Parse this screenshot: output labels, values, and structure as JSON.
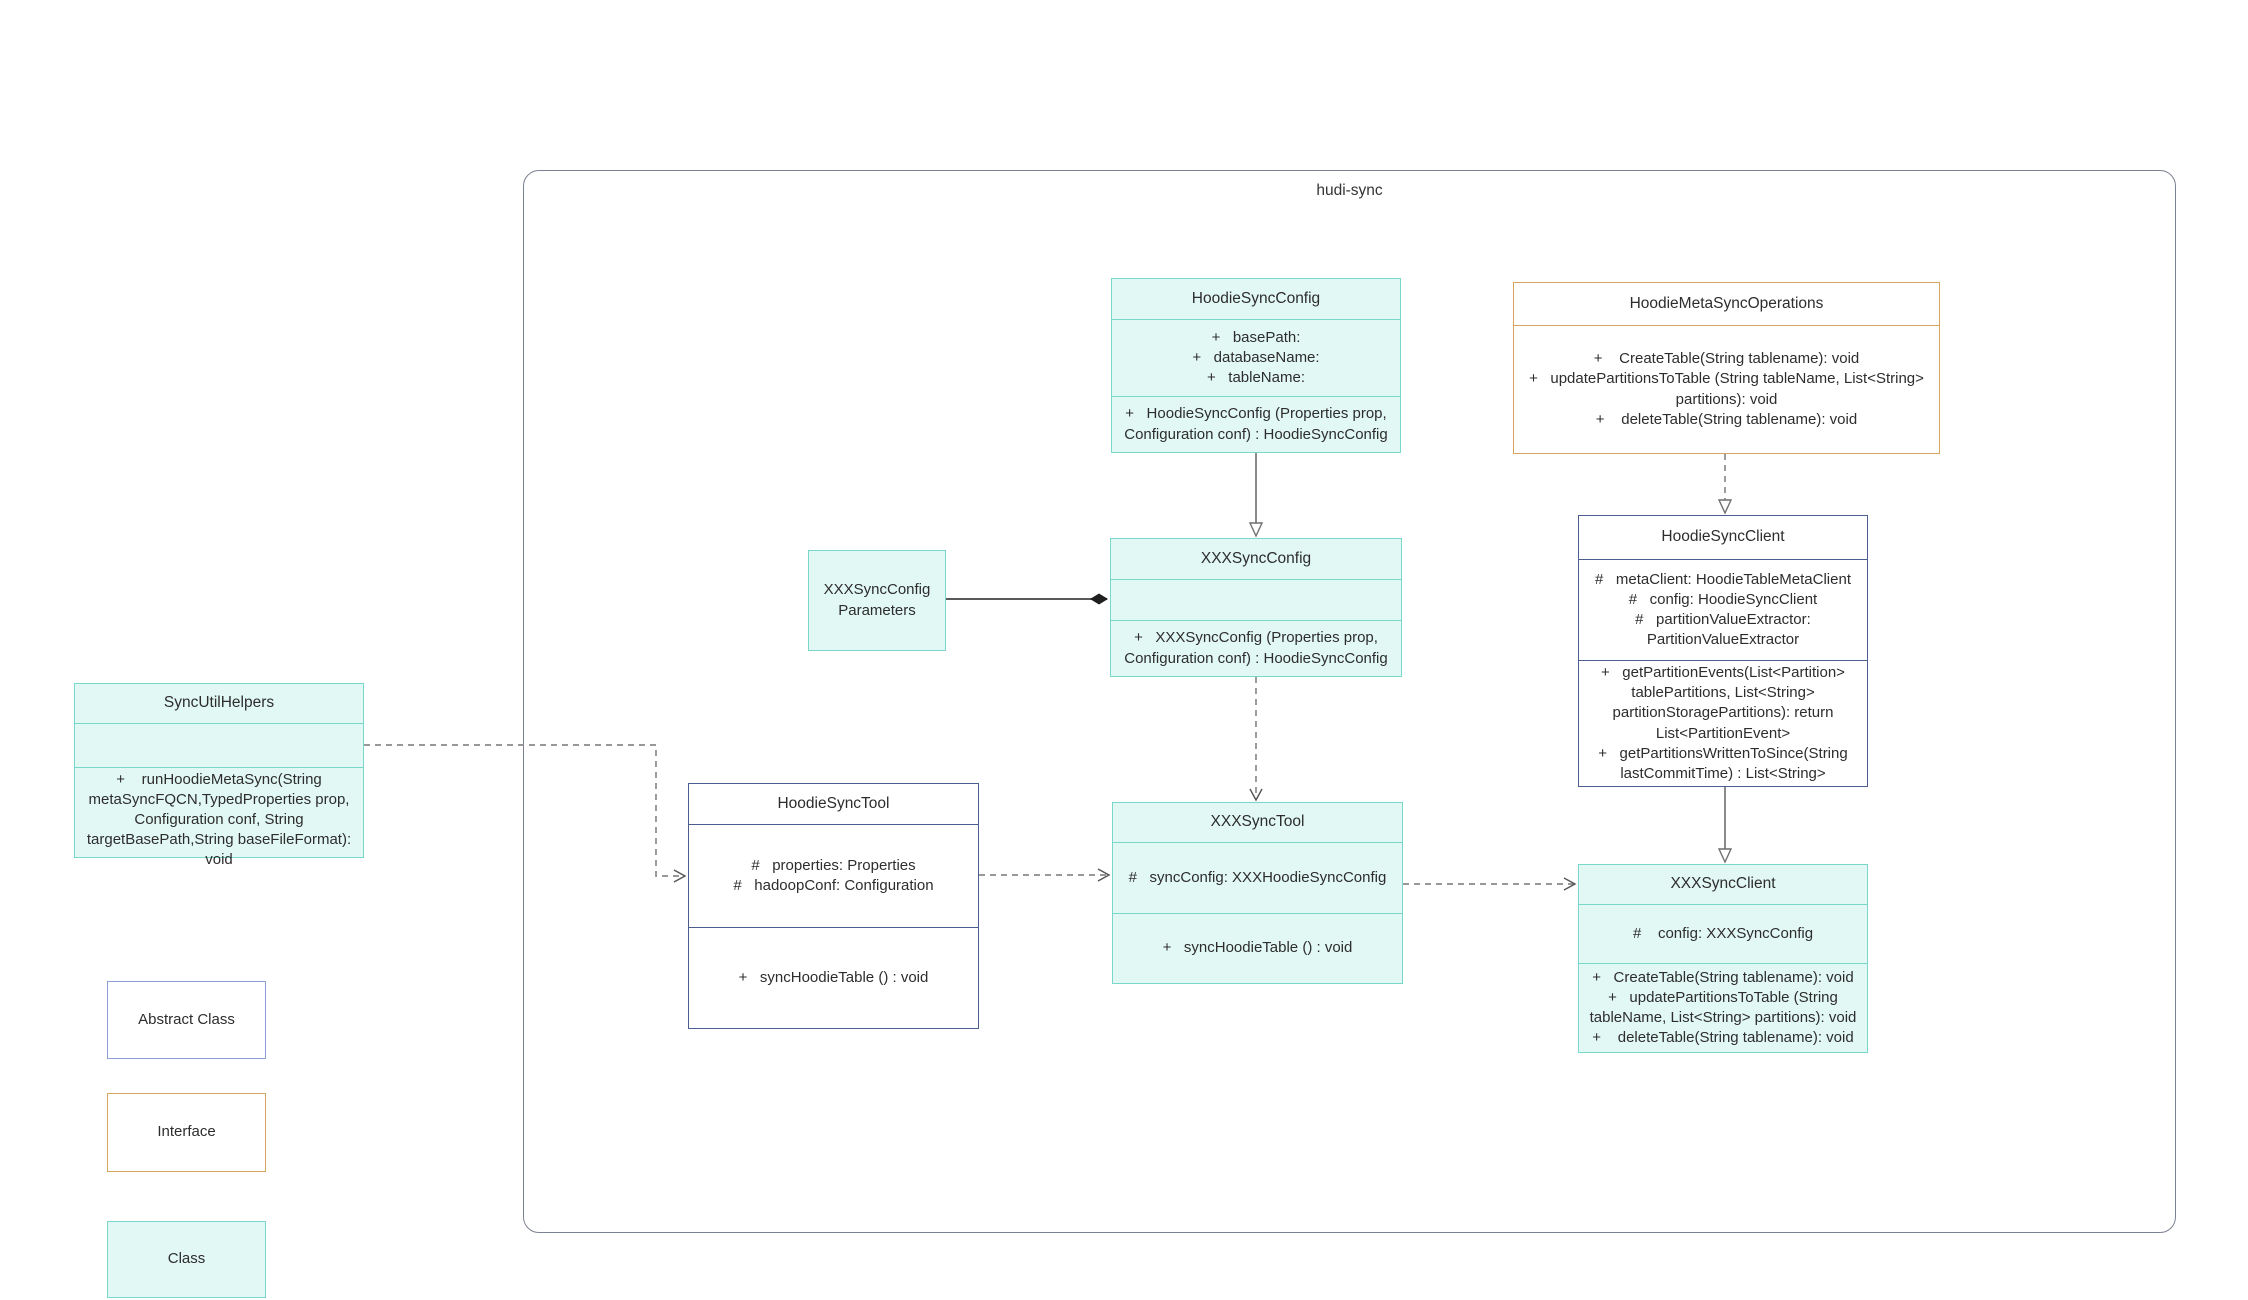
{
  "container": {
    "label": "hudi-sync"
  },
  "classes": {
    "hoodieSyncConfig": {
      "title": "HoodieSyncConfig",
      "fields": [
        "+   basePath:",
        "+   databaseName:",
        "+   tableName:"
      ],
      "methods": [
        "+   HoodieSyncConfig (Properties prop, Configuration conf) : HoodieSyncConfig"
      ]
    },
    "hoodieMetaSyncOperations": {
      "title": "HoodieMetaSyncOperations",
      "methods": [
        "+    CreateTable(String tablename): void",
        "+   updatePartitionsToTable (String tableName, List<String> partitions): void",
        "+    deleteTable(String tablename): void"
      ]
    },
    "xxxSyncConfigParameters": {
      "title": "XXXSyncConfigParameters"
    },
    "xxxSyncConfig": {
      "title": "XXXSyncConfig",
      "methods": [
        "+   XXXSyncConfig (Properties prop, Configuration conf) : HoodieSyncConfig"
      ]
    },
    "hoodieSyncClient": {
      "title": "HoodieSyncClient",
      "fields": [
        "#   metaClient: HoodieTableMetaClient",
        "#   config: HoodieSyncClient",
        "#   partitionValueExtractor: PartitionValueExtractor"
      ],
      "methods": [
        "+   getPartitionEvents(List<Partition> tablePartitions, List<String> partitionStoragePartitions): return List<PartitionEvent>",
        "+   getPartitionsWrittenToSince(String lastCommitTime) : List<String>"
      ]
    },
    "syncUtilHelpers": {
      "title": "SyncUtilHelpers",
      "methods": [
        "+    runHoodieMetaSync(String metaSyncFQCN,TypedProperties prop, Configuration conf, String targetBasePath,String baseFileFormat): void"
      ]
    },
    "hoodieSyncTool": {
      "title": "HoodieSyncTool",
      "fields": [
        "#   properties: Properties",
        "#   hadoopConf: Configuration"
      ],
      "methods": [
        "+   syncHoodieTable () : void"
      ]
    },
    "xxxSyncTool": {
      "title": "XXXSyncTool",
      "fields": [
        "#   syncConfig: XXXHoodieSyncConfig"
      ],
      "methods": [
        "+   syncHoodieTable () : void"
      ]
    },
    "xxxSyncClient": {
      "title": "XXXSyncClient",
      "fields": [
        "#    config: XXXSyncConfig"
      ],
      "methods": [
        "+   CreateTable(String tablename): void",
        "+   updatePartitionsToTable (String tableName, List<String> partitions): void",
        "+    deleteTable(String tablename): void"
      ]
    }
  },
  "legend": {
    "abstract": "Abstract Class",
    "interface": "Interface",
    "class": "Class"
  },
  "colors": {
    "class_fill": "#e2f8f4",
    "class_border": "#79d8c9",
    "abstract_border": "#4d5d8f",
    "legend_abstract_border": "#8f9ed8",
    "interface_border": "#d8a55f",
    "container_border": "#7c8191"
  }
}
